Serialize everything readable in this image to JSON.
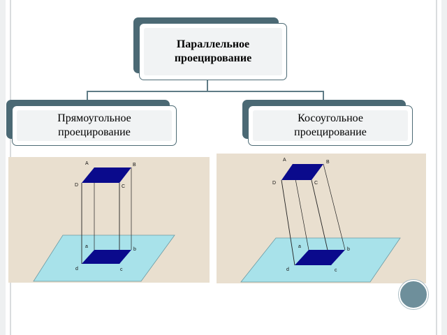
{
  "diagram": {
    "root": {
      "line1": "Параллельное",
      "line2": "проецирование"
    },
    "children": [
      {
        "line1": "Прямоугольное",
        "line2": "проецирование"
      },
      {
        "line1": "Косоугольное",
        "line2": "проецирование"
      }
    ]
  },
  "illustrations": {
    "orthogonal": {
      "labels": {
        "A": "A",
        "B": "B",
        "D": "D",
        "C": "C",
        "a": "a",
        "b": "b",
        "d": "d",
        "c": "c"
      }
    },
    "oblique": {
      "labels": {
        "A": "A",
        "B": "B",
        "D": "D",
        "C": "C",
        "a": "a",
        "b": "b",
        "d": "d",
        "c": "c"
      }
    }
  },
  "colors": {
    "scene_background": "#e9dfcf",
    "plane": "#a8e2ea",
    "square": "#0a0a8c",
    "box_border": "#4d6b75",
    "connector": "#5f7c86"
  }
}
